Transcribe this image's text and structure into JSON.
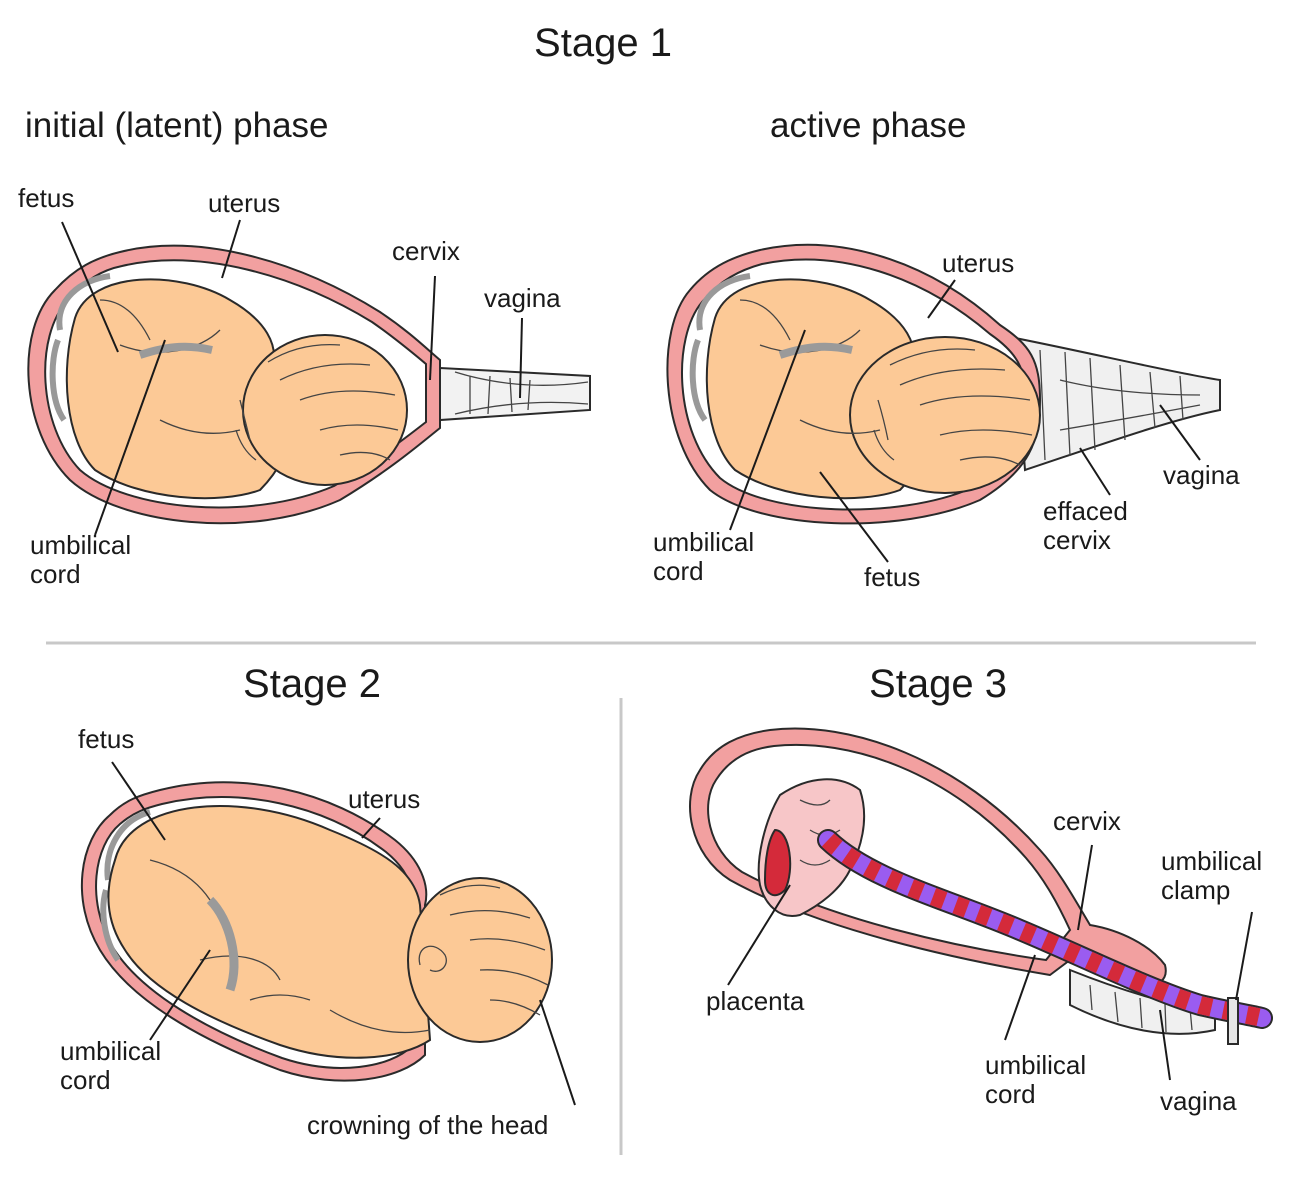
{
  "stage1": {
    "title": "Stage 1",
    "latent": {
      "title": "initial (latent) phase",
      "labels": {
        "fetus": "fetus",
        "uterus": "uterus",
        "cervix": "cervix",
        "vagina": "vagina",
        "cord_line1": "umbilical",
        "cord_line2": "cord"
      }
    },
    "active": {
      "title": "active phase",
      "labels": {
        "uterus": "uterus",
        "vagina": "vagina",
        "effaced_line1": "effaced",
        "effaced_line2": "cervix",
        "cord_line1": "umbilical",
        "cord_line2": "cord",
        "fetus": "fetus"
      }
    }
  },
  "stage2": {
    "title": "Stage 2",
    "labels": {
      "fetus": "fetus",
      "uterus": "uterus",
      "cord_line1": "umbilical",
      "cord_line2": "cord",
      "crowning": "crowning of the head"
    }
  },
  "stage3": {
    "title": "Stage 3",
    "labels": {
      "cervix": "cervix",
      "clamp_line1": "umbilical",
      "clamp_line2": "clamp",
      "placenta": "placenta",
      "cord_line1": "umbilical",
      "cord_line2": "cord",
      "vagina": "vagina"
    }
  },
  "colors": {
    "uterus_wall": "#f2a0a0",
    "skin": "#fcc996",
    "placenta": "#f7c6c8",
    "cord_red": "#d42a3a",
    "cord_purple": "#9a5cf0",
    "divider": "#c8c8c8"
  }
}
